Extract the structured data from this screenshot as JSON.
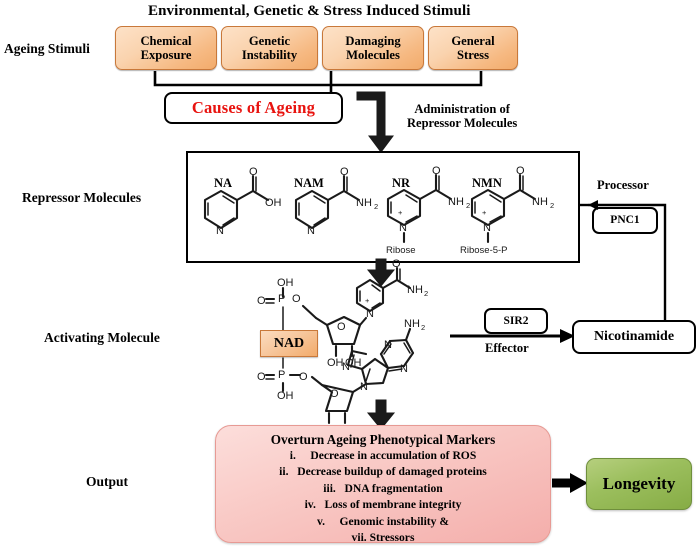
{
  "header": {
    "title": "Environmental, Genetic & Stress Induced Stimuli"
  },
  "row_labels": {
    "stimuli": "Ageing  Stimuli",
    "repressor": "Repressor Molecules",
    "activating": "Activating Molecule",
    "output": "Output"
  },
  "stimuli": [
    {
      "line1": "Chemical",
      "line2": "Exposure"
    },
    {
      "line1": "Genetic",
      "line2": "Instability"
    },
    {
      "line1": "Damaging",
      "line2": "Molecules"
    },
    {
      "line1": "General",
      "line2": "Stress"
    }
  ],
  "causes_box": {
    "label": "Causes of Ageing",
    "color": "#e8130f"
  },
  "administration": {
    "line1": "Administration of",
    "line2": "Repressor Molecules"
  },
  "repressor_molecules": [
    {
      "name": "NA",
      "group": "OH",
      "substituent": ""
    },
    {
      "name": "NAM",
      "group": "NH2",
      "substituent": ""
    },
    {
      "name": "NR",
      "group": "NH2",
      "substituent": "Ribose"
    },
    {
      "name": "NMN",
      "group": "NH2",
      "substituent": "Ribose-5-P"
    }
  ],
  "activating_molecule": {
    "tag": "NAD"
  },
  "pathway": {
    "processor_label": "Processor",
    "processor_enzyme": "PNC1",
    "effector_label": "Effector",
    "effector_enzyme": "SIR2",
    "nicotinamide": "Nicotinamide"
  },
  "output_box": {
    "title": "Overturn Ageing Phenotypical Markers",
    "items": [
      "i.  Decrease in accumulation of  ROS",
      "ii.  Decrease buildup of damaged proteins",
      "iii.  DNA fragmentation",
      "iv.  Loss of membrane integrity",
      "v.  Genomic instability &",
      "vii. Stressors"
    ]
  },
  "longevity": {
    "label": "Longevity",
    "color": "#8db04e"
  }
}
